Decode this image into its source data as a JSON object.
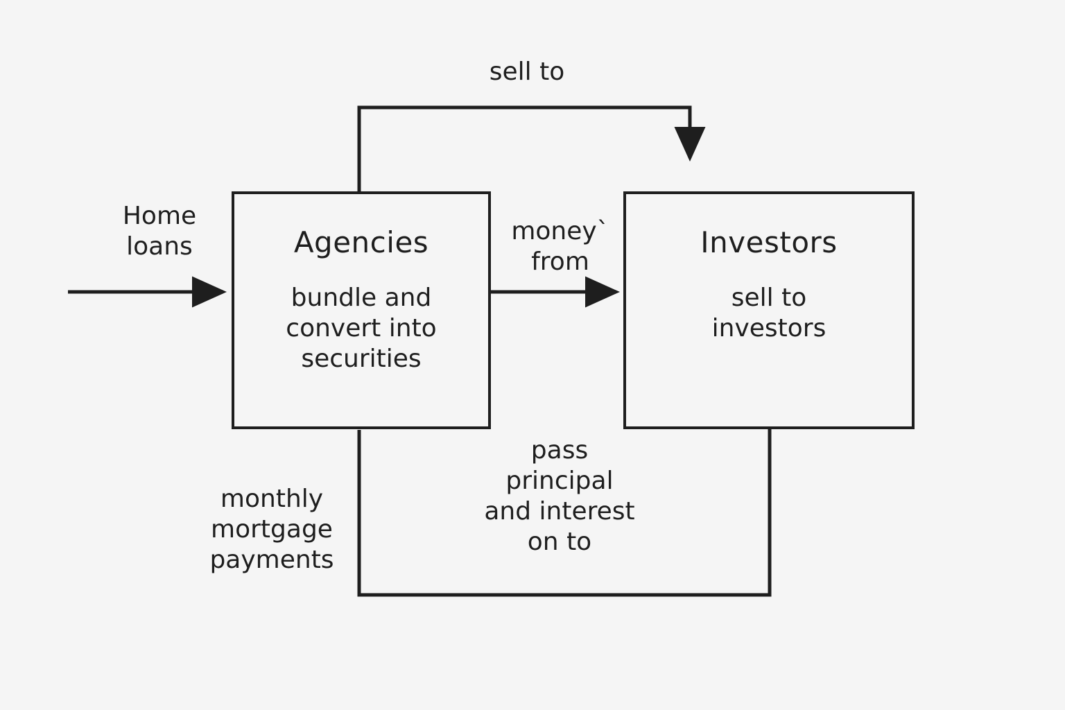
{
  "diagram": {
    "background_color": "#f5f5f5",
    "line_color": "#1e1e1e",
    "nodes": [
      {
        "id": "agencies",
        "title": "Agencies",
        "description": "bundle and\nconvert into\nsecurities"
      },
      {
        "id": "investors",
        "title": "Investors",
        "description": "sell to\ninvestors"
      }
    ],
    "edge_labels": {
      "home_loans": "Home\nloans",
      "sell_to_top": "sell to",
      "money_from": "money`\nfrom",
      "monthly_mortgage": "monthly\nmortgage\npayments",
      "pass_principal": "pass\nprincipal\nand interest\non to"
    }
  }
}
